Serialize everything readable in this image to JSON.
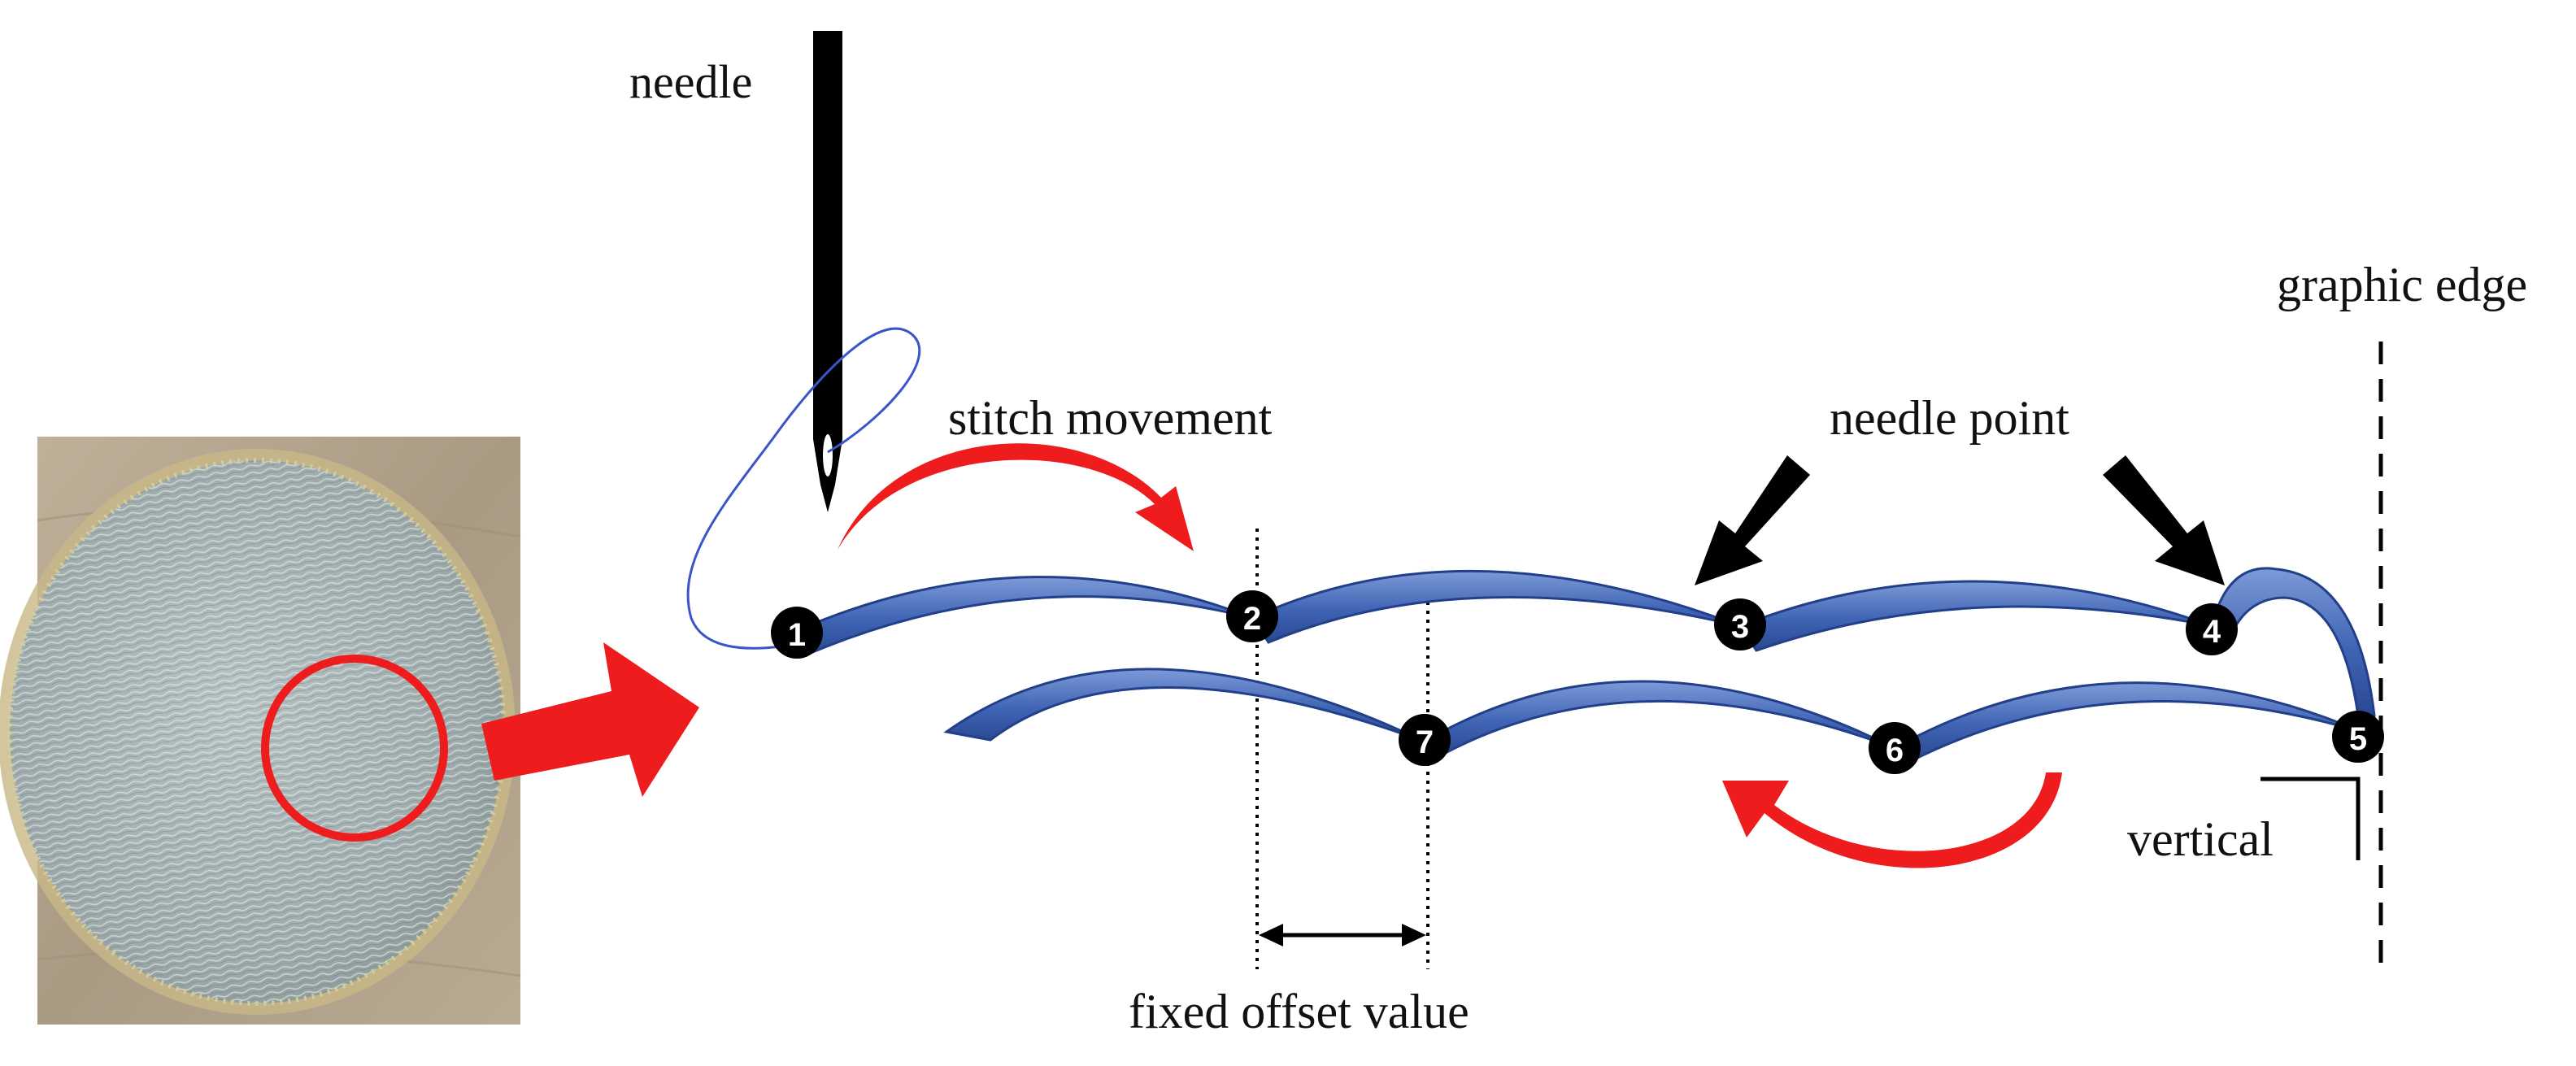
{
  "labels": {
    "needle": "needle",
    "stitch_movement": "stitch movement",
    "needle_point": "needle point",
    "graphic_edge": "graphic edge",
    "vertical": "vertical",
    "fixed_offset_value": "fixed offset value"
  },
  "points": [
    "1",
    "2",
    "3",
    "4",
    "5",
    "6",
    "7"
  ],
  "colors": {
    "stitch_fill": "#3f64b4",
    "stitch_stroke": "#223f8a",
    "arrow_red": "#ee1c1c",
    "thread": "#3a55c8",
    "ink": "#000000",
    "fabric": "#a9b5b5",
    "wood": "#b4a58f"
  },
  "icons": {
    "needle": "needle-icon",
    "photo": "embroidered-fabric-photo"
  }
}
